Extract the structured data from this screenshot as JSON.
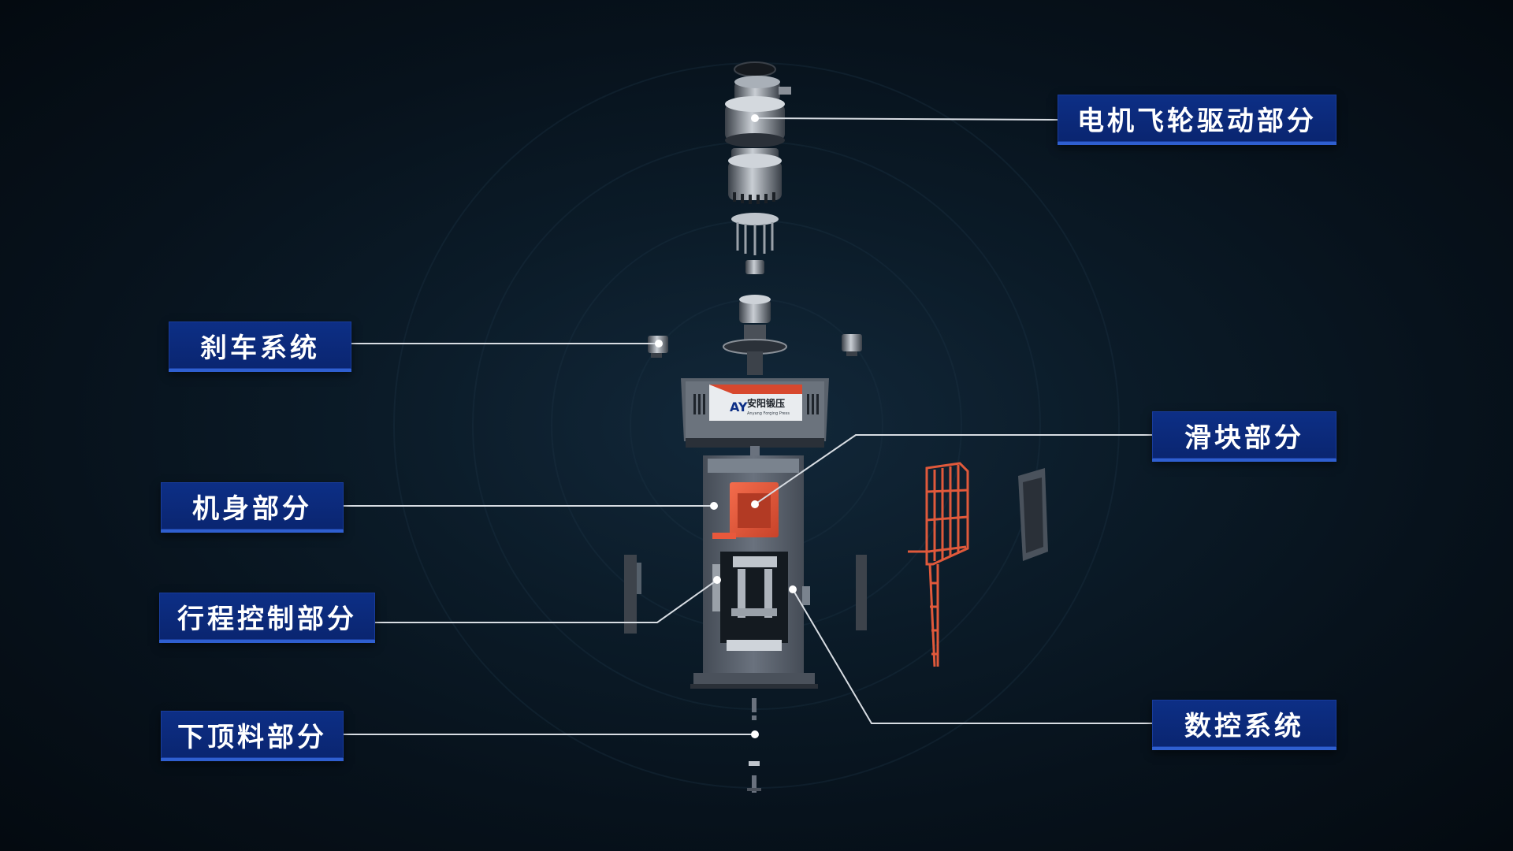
{
  "labels": {
    "motor_flywheel": "电机飞轮驱动部分",
    "brake": "刹车系统",
    "slider": "滑块部分",
    "body": "机身部分",
    "stroke_control": "行程控制部分",
    "cnc": "数控系统",
    "ejector": "下顶料部分"
  },
  "brand": {
    "name_cn": "安阳锻压",
    "name_en": "Anyang Forging Press",
    "logo_mark": "AY"
  },
  "colors": {
    "background": "#07121c",
    "label_fill": "#0d2f86",
    "label_border": "#2f5fd0",
    "leader_line": "#d8dde3",
    "slider_orange": "#e8583c",
    "frame_gray": "#5c6470"
  },
  "icons": {
    "leader_dot": "anchor-dot-icon"
  }
}
